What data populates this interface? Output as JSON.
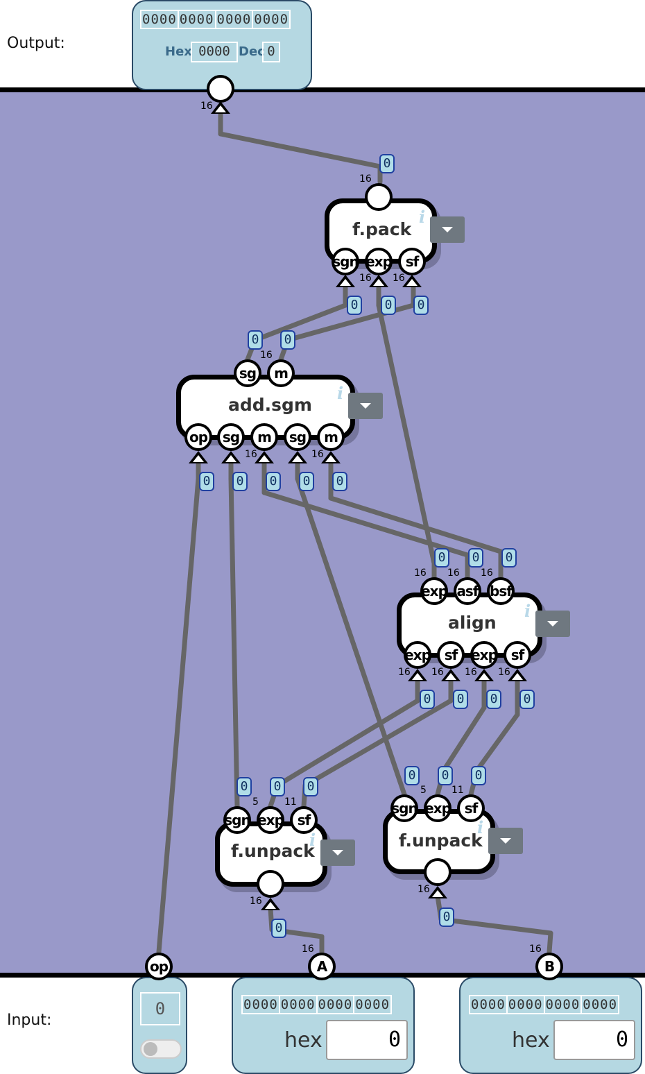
{
  "output_band": {
    "label": "Output:",
    "display": {
      "bits": [
        "0000",
        "0000",
        "0000",
        "0000"
      ],
      "hex_label": "Hex",
      "hex_value": "0000",
      "dec_label": "Dec",
      "dec_value": "0"
    },
    "port_width": "16"
  },
  "input_band": {
    "label": "Input:",
    "op": {
      "name": "op",
      "value": "0"
    },
    "A": {
      "name": "A",
      "bits": [
        "0000",
        "0000",
        "0000",
        "0000"
      ],
      "hex_label": "hex",
      "value": "0",
      "width": "16"
    },
    "B": {
      "name": "B",
      "bits": [
        "0000",
        "0000",
        "0000",
        "0000"
      ],
      "hex_label": "hex",
      "value": "0",
      "width": "16"
    }
  },
  "nodes": {
    "fpack": {
      "title": "f.pack",
      "out_width": "16",
      "in_ports": [
        "sgn",
        "exp",
        "sf"
      ],
      "in_widths": [
        "16",
        "16"
      ]
    },
    "addsgm": {
      "title": "add.sgm",
      "out_ports": [
        "sg",
        "m"
      ],
      "out_width": "16",
      "in_ports": [
        "op",
        "sg",
        "m",
        "sg",
        "m"
      ],
      "in_widths": [
        "16",
        "16"
      ]
    },
    "align": {
      "title": "align",
      "out_ports": [
        "exp",
        "asf",
        "bsf"
      ],
      "out_widths": [
        "16",
        "16",
        "16"
      ],
      "in_ports": [
        "exp",
        "sf",
        "exp",
        "sf"
      ],
      "in_widths": [
        "16",
        "16",
        "16",
        "16"
      ]
    },
    "unpackA": {
      "title": "f.unpack",
      "out_ports": [
        "sgn",
        "exp",
        "sf"
      ],
      "out_widths": [
        "5",
        "11"
      ],
      "in_width": "16"
    },
    "unpackB": {
      "title": "f.unpack",
      "out_ports": [
        "sgn",
        "exp",
        "sf"
      ],
      "out_widths": [
        "5",
        "11"
      ],
      "in_width": "16"
    }
  },
  "info_glyph": "i",
  "wire_value": "0"
}
